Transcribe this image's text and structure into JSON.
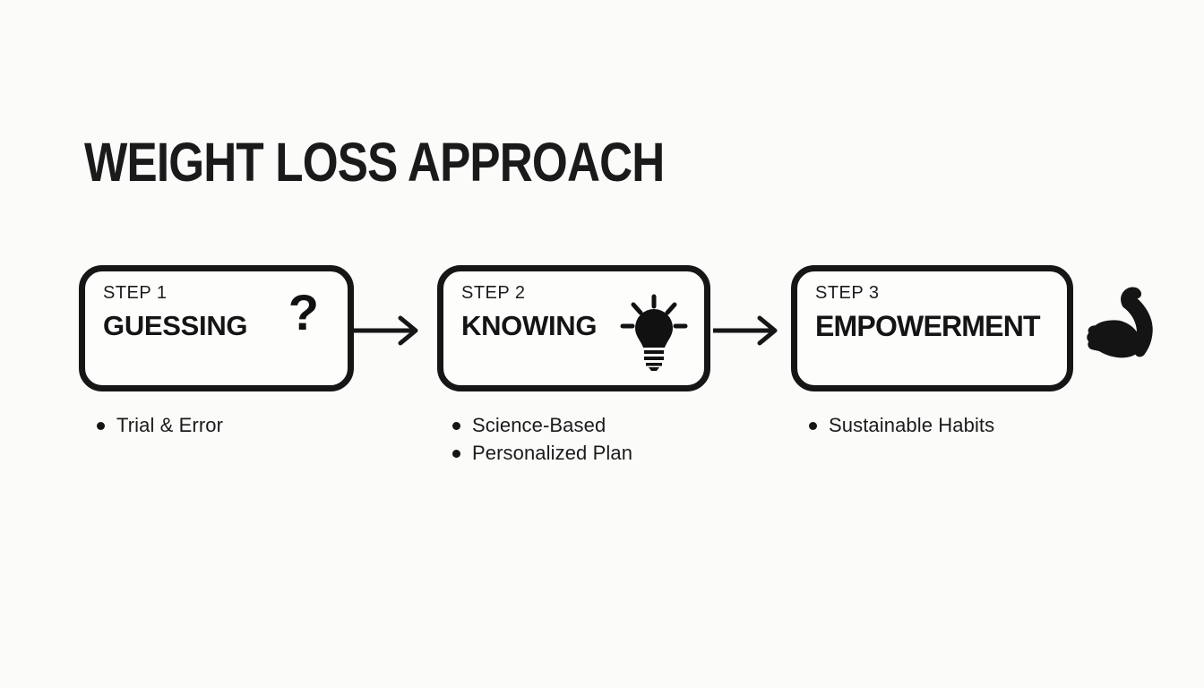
{
  "page": {
    "title": "WEIGHT LOSS APPROACH",
    "background_color": "#fbfbfa",
    "ink_color": "#161616"
  },
  "steps": [
    {
      "step_label": "STEP 1",
      "name": "GUESSING",
      "icon": "question-mark-icon",
      "icon_glyph": "?",
      "bullets": [
        "Trial & Error"
      ]
    },
    {
      "step_label": "STEP 2",
      "name": "KNOWING",
      "icon": "lightbulb-icon",
      "bullets": [
        "Science-Based",
        "Personalized Plan"
      ]
    },
    {
      "step_label": "STEP 3",
      "name": "EMPOWERMENT",
      "icon": "flexed-bicep-icon",
      "bullets": [
        "Sustainable Habits"
      ]
    }
  ],
  "connectors": [
    {
      "icon": "arrow-right-icon"
    },
    {
      "icon": "arrow-right-icon"
    }
  ]
}
